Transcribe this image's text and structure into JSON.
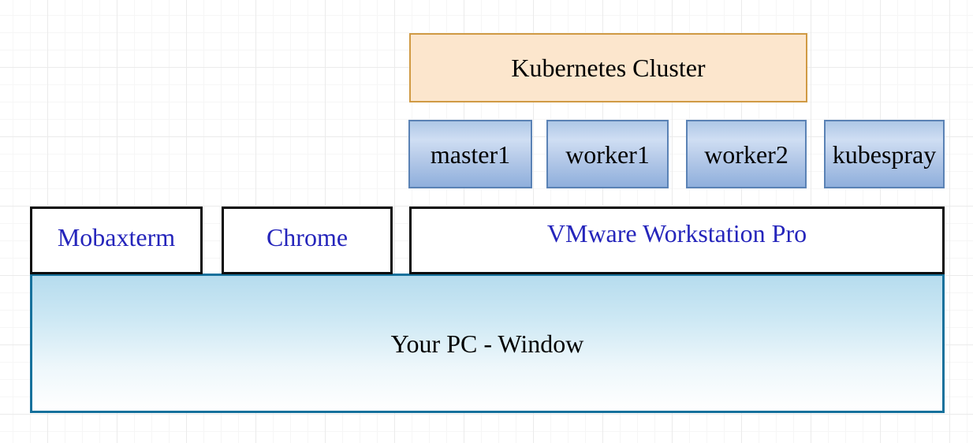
{
  "diagram": {
    "cluster": {
      "label": "Kubernetes Cluster"
    },
    "nodes": [
      {
        "label": "master1"
      },
      {
        "label": "worker1"
      },
      {
        "label": "worker2"
      },
      {
        "label": "kubespray"
      }
    ],
    "apps": [
      {
        "label": "Mobaxterm"
      },
      {
        "label": "Chrome"
      },
      {
        "label": "VMware Workstation Pro"
      }
    ],
    "host": {
      "label": "Your PC - Window"
    },
    "colors": {
      "cluster_fill": "#fce6cd",
      "cluster_border": "#d09a44",
      "node_fill_top": "#cfdef3",
      "node_fill_bottom": "#8fafdc",
      "node_border": "#5a82b5",
      "app_border": "#0d0d0d",
      "app_label_text": "#2525bb",
      "host_fill_top": "#b6dcee",
      "host_fill_bottom": "#ffffff",
      "host_border": "#16719c",
      "node_label_text": "#000000",
      "host_label_text": "#000000"
    }
  }
}
